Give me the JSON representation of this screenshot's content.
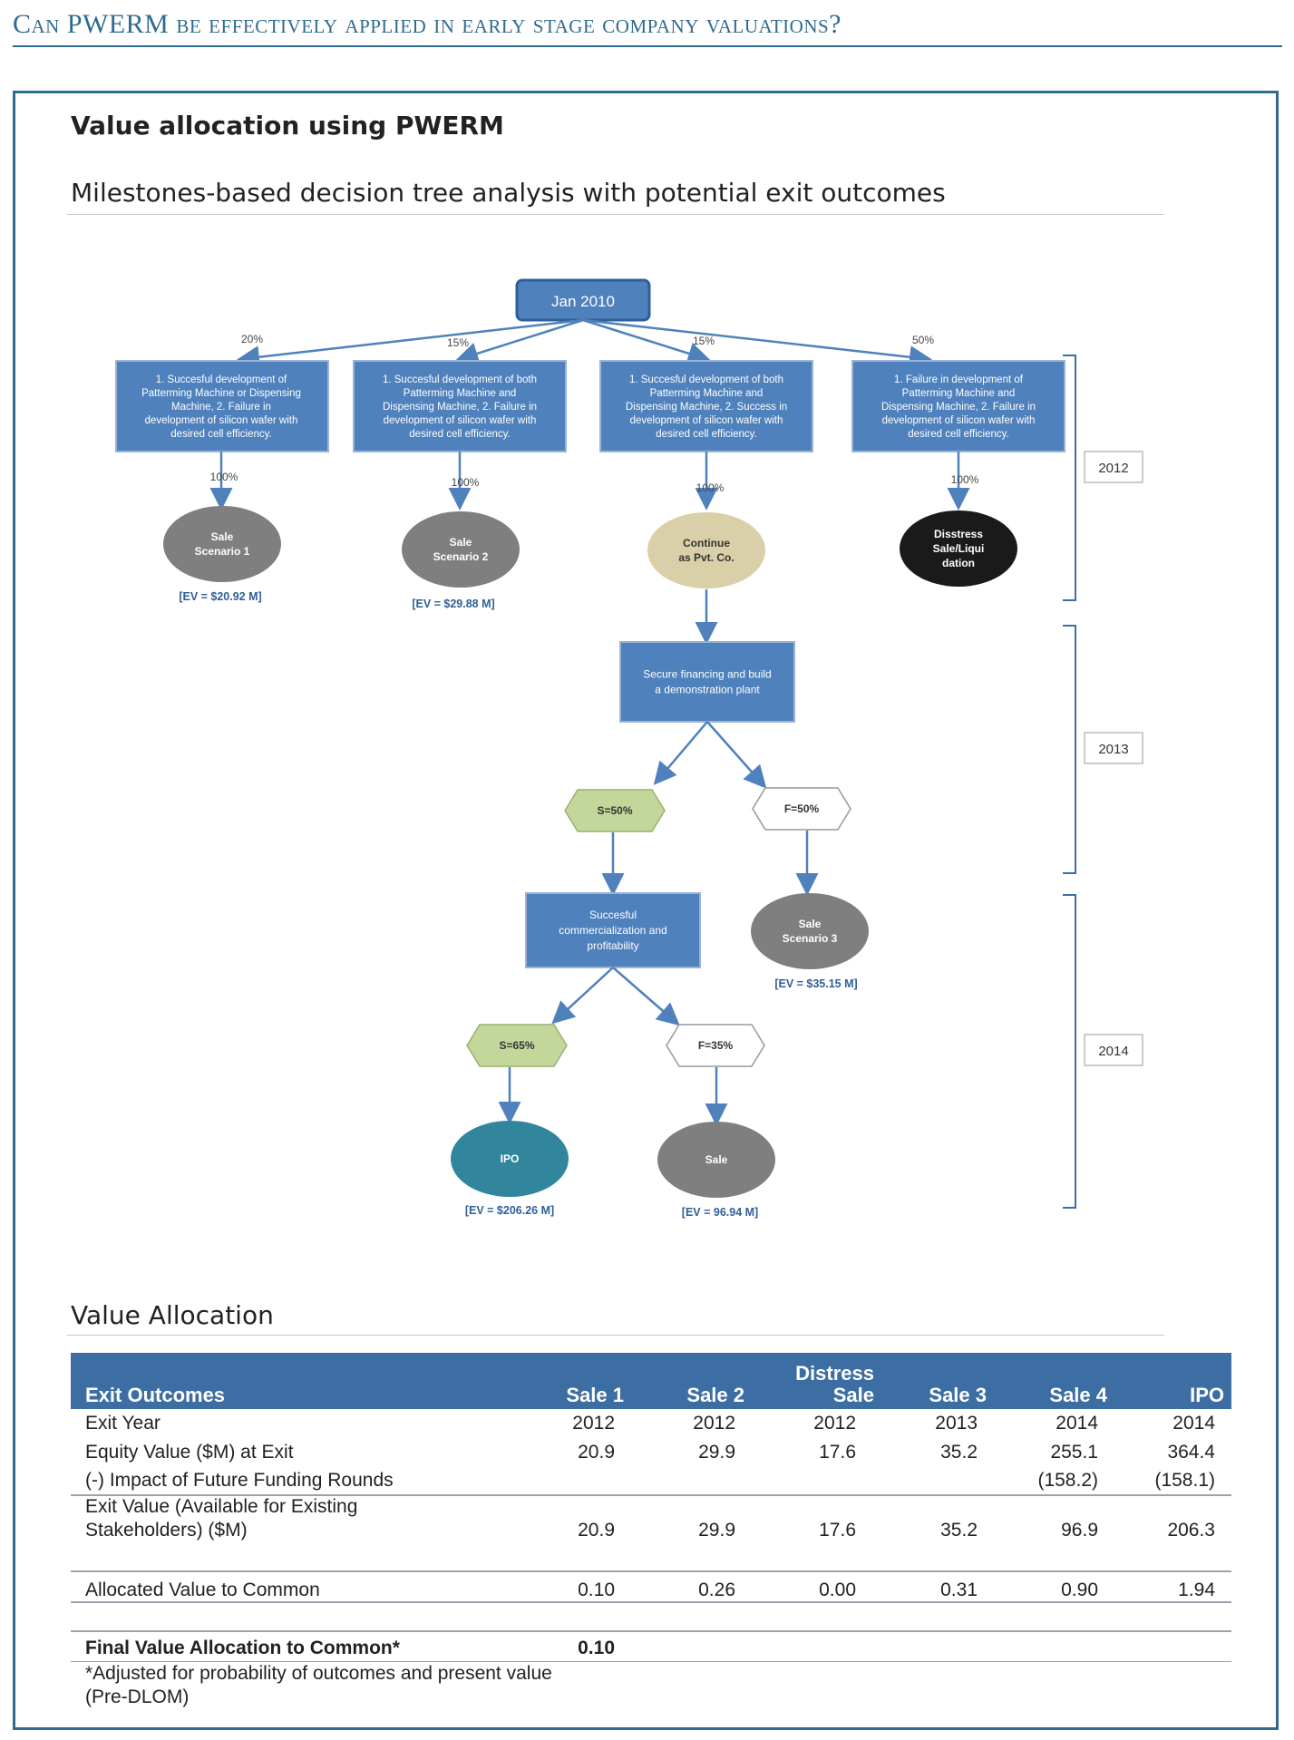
{
  "header": {
    "title": "Can PWERM be effectively applied in early stage company valuations?"
  },
  "section": {
    "title": "Value allocation using PWERM",
    "subtitle": "Milestones-based decision tree analysis with potential exit outcomes"
  },
  "tree": {
    "root": "Jan 2010",
    "branch_probs": [
      "20%",
      "15%",
      "15%",
      "50%"
    ],
    "milestones": [
      [
        "1. Succesful development of",
        "Patterming Machine or Dispensing",
        "Machine, 2. Failure in",
        "development of silicon wafer with",
        "desired cell efficiency."
      ],
      [
        "1. Succesful development of both",
        "Patterming Machine and",
        "Dispensing Machine, 2. Failure in",
        "development of silicon wafer with",
        "desired cell efficiency."
      ],
      [
        "1. Succesful development of both",
        "Patterming Machine and",
        "Dispensing Machine, 2. Success in",
        "development of silicon wafer with",
        "desired cell efficiency."
      ],
      [
        "1. Failure in development of",
        "Patterming Machine and",
        "Dispensing Machine, 2. Failure in",
        "development of silicon wafer with",
        "desired cell efficiency."
      ]
    ],
    "hundred": "100%",
    "outcomes": {
      "sale1": [
        "Sale",
        "Scenario 1"
      ],
      "sale2": [
        "Sale",
        "Scenario 2"
      ],
      "continue": [
        "Continue",
        "as Pvt. Co."
      ],
      "distress": [
        "Disstress",
        "Sale/Liqui",
        "dation"
      ],
      "sale3": [
        "Sale",
        "Scenario 3"
      ],
      "ipo": [
        "IPO"
      ],
      "sale": [
        "Sale"
      ]
    },
    "ev": {
      "sale1": "[EV = $20.92 M]",
      "sale2": "[EV = $29.88 M]",
      "sale3": "[EV = $35.15 M]",
      "ipo": "[EV = $206.26 M]",
      "sale": "[EV = 96.94 M]"
    },
    "financing": [
      "Secure financing and build",
      "a demonstration plant"
    ],
    "commercial": [
      "Succesful",
      "commercialization and",
      "profitability"
    ],
    "s50": "S=50%",
    "f50": "F=50%",
    "s65": "S=65%",
    "f35": "F=35%",
    "years": [
      "2012",
      "2013",
      "2014"
    ],
    "colors": {
      "box": "#4f81bd",
      "grey": "#7f7f7f",
      "tan": "#d9cfa8",
      "black": "#1a1a1a",
      "teal": "#31859c",
      "green": "#c4d79b",
      "arrow": "#4f81bd"
    }
  },
  "value_allocation": {
    "title": "Value Allocation",
    "columns": [
      "Exit Outcomes",
      "Sale 1",
      "Sale 2",
      "Distress",
      "Sale",
      "Sale 3",
      "Sale 4",
      "IPO"
    ],
    "rows": [
      {
        "label": "Exit Year",
        "values": [
          "2012",
          "2012",
          "2012",
          "2013",
          "2014",
          "2014"
        ]
      },
      {
        "label": "Equity Value ($M) at Exit",
        "values": [
          "20.9",
          "29.9",
          "17.6",
          "35.2",
          "255.1",
          "364.4"
        ]
      },
      {
        "label": "(-) Impact of Future Funding Rounds",
        "values": [
          "",
          "",
          "",
          "",
          "(158.2)",
          "(158.1)"
        ]
      },
      {
        "label": "Exit Value (Available for Existing",
        "label2": "Stakeholders) ($M)",
        "values": [
          "20.9",
          "29.9",
          "17.6",
          "35.2",
          "96.9",
          "206.3"
        ]
      },
      {
        "label": "Allocated Value to Common",
        "values": [
          "0.10",
          "0.26",
          "0.00",
          "0.31",
          "0.90",
          "1.94"
        ]
      }
    ],
    "final": {
      "label": "Final Value Allocation to Common*",
      "value": "0.10"
    },
    "footnote": [
      "*Adjusted for probability of outcomes and present value",
      "(Pre-DLOM)"
    ]
  }
}
